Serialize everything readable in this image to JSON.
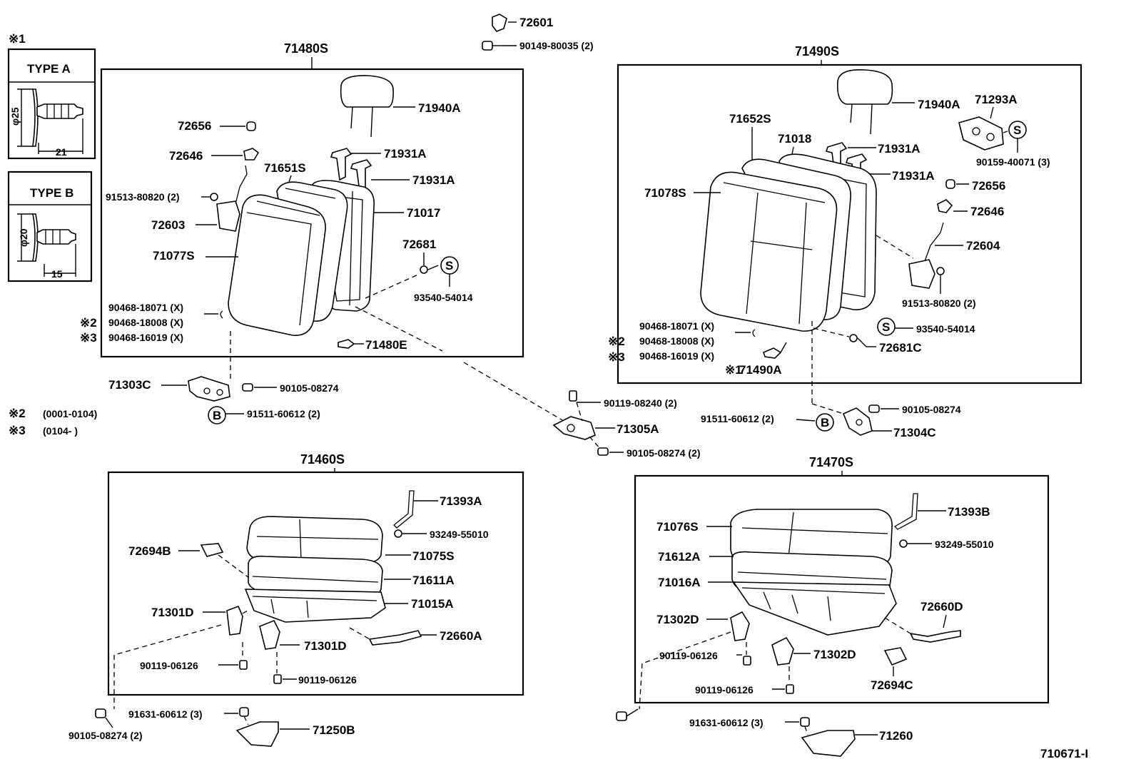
{
  "notes": {
    "mark1": "※1",
    "mark2": "※2",
    "mark3": "※3",
    "note2": "(0001-0104)",
    "note3": "(0104-        )",
    "circle_s": "S",
    "circle_b": "B"
  },
  "type_a": {
    "title": "TYPE  A",
    "dia": "φ25",
    "len": "21"
  },
  "type_b": {
    "title": "TYPE  B",
    "dia": "φ20",
    "len": "15"
  },
  "diagram_id": "710671-I",
  "assemblies": {
    "a71480s": "71480S",
    "a71490s": "71490S",
    "a71460s": "71460S",
    "a71470s": "71470S"
  },
  "labels": {
    "l72601": "72601",
    "l90149": "90149-80035 (2)",
    "l71940A_l": "71940A",
    "l72656_l": "72656",
    "l72646_l": "72646",
    "l71931A_l1": "71931A",
    "l71931A_l2": "71931A",
    "l71651S": "71651S",
    "l91513_l": "91513-80820 (2)",
    "l71017": "71017",
    "l72603": "72603",
    "l72681": "72681",
    "l71077S": "71077S",
    "l93540_l": "93540-54014",
    "l90468a_l": "90468-18071 (X)",
    "l90468b_l": "90468-18008 (X)",
    "l90468c_l": "90468-16019 (X)",
    "l71480E": "71480E",
    "l71303C": "71303C",
    "l90105_l": "90105-08274",
    "l91511_l": "91511-60612 (2)",
    "l71940A_r": "71940A",
    "l71293A": "71293A",
    "l71652S": "71652S",
    "l71018": "71018",
    "l71931A_r1": "71931A",
    "l90159": "90159-40071 (3)",
    "l71931A_r2": "71931A",
    "l71078S": "71078S",
    "l72656_r": "72656",
    "l72646_r": "72646",
    "l72604": "72604",
    "l91513_r": "91513-80820 (2)",
    "l90468a_r": "90468-18071 (X)",
    "l93540_r": "93540-54014",
    "l90468b_r": "90468-18008 (X)",
    "l72681C": "72681C",
    "l90468c_r": "90468-16019 (X)",
    "l71490A": "71490A",
    "l90119_08240": "90119-08240 (2)",
    "l91511_r": "91511-60612 (2)",
    "l90105_r": "90105-08274",
    "l71305A": "71305A",
    "l71304C": "71304C",
    "l90105_2": "90105-08274 (2)",
    "l71393A": "71393A",
    "l93249_l": "93249-55010",
    "l72694B": "72694B",
    "l71075S": "71075S",
    "l71611A": "71611A",
    "l71015A": "71015A",
    "l71301D_1": "71301D",
    "l72660A": "72660A",
    "l71301D_2": "71301D",
    "l90119_a": "90119-06126",
    "l90119_b": "90119-06126",
    "l91631_l": "91631-60612 (3)",
    "l71250B": "71250B",
    "l90105_bl": "90105-08274 (2)",
    "l71393B": "71393B",
    "l71076S": "71076S",
    "l93249_r": "93249-55010",
    "l71612A": "71612A",
    "l71016A": "71016A",
    "l72660D": "72660D",
    "l71302D_1": "71302D",
    "l90119_c": "90119-06126",
    "l71302D_2": "71302D",
    "l72694C": "72694C",
    "l90119_d": "90119-06126",
    "l91631_r": "91631-60612 (3)",
    "l71260": "71260"
  }
}
